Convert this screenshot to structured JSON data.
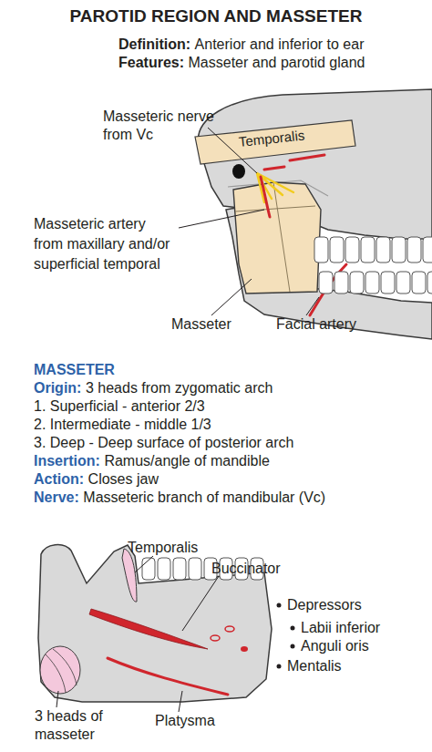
{
  "diagram": {
    "title": "PAROTID REGION AND MASSETER",
    "labels": [
      "Definition:",
      "Anterior and inferior to ear",
      "Features:",
      "Masseter and parotid gland",
      "Masseteric nerve from Vc",
      "Temporalis",
      "Masseteric artery from maxillary and/or superficial temporal",
      "Masseter",
      "Facial artery",
      "MASSETER",
      "Origin:",
      "3 heads from zygomatic arch",
      "1. Superficial - anterior 2/3",
      "2. Intermediate - middle 1/3",
      "3. Deep - Deep surface of posterior arch",
      "Insertion:",
      "Ramus/angle of mandible",
      "Action:",
      "Closes jaw",
      "Nerve:",
      "Masseteric branch of mandibular (Vc)",
      "Temporalis",
      "Buccinator",
      "Depressors",
      "Labii inferior",
      "Anguli oris",
      "Mentalis",
      "3 heads of masseter",
      "Platysma"
    ]
  }
}
